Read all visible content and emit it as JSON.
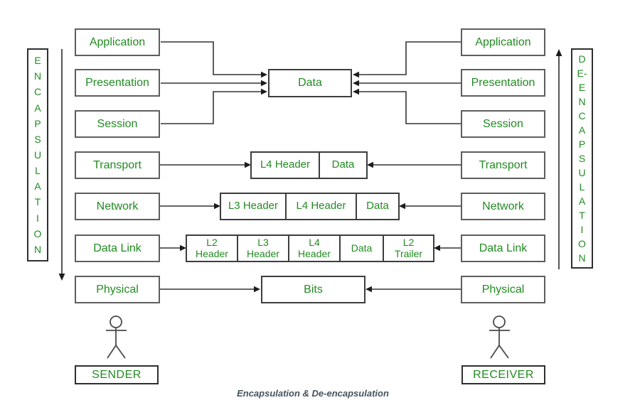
{
  "caption": "Encapsulation & De-encapsulation",
  "colors": {
    "green": "#228B22",
    "layer_border": "#5e5e5e",
    "pdu_border": "#3d3d3d",
    "line": "#333333",
    "big_arrow": "#555555",
    "figure": "#4a4a4a",
    "caption_text": "#44535e"
  },
  "encapsulation": {
    "text": "ENCAPSULATION",
    "letters": [
      "E",
      "N",
      "C",
      "A",
      "P",
      "S",
      "U",
      "L",
      "A",
      "T",
      "I",
      "O",
      "N"
    ]
  },
  "deencapsulation": {
    "text": "DE-ENCAPSULATION",
    "letters": [
      "D",
      "E-",
      "E",
      "N",
      "C",
      "A",
      "P",
      "S",
      "U",
      "L",
      "A",
      "T",
      "I",
      "O",
      "N"
    ]
  },
  "sender": {
    "label": "SENDER",
    "layers": [
      "Application",
      "Presentation",
      "Session",
      "Transport",
      "Network",
      "Data Link",
      "Physical"
    ]
  },
  "receiver": {
    "label": "RECEIVER",
    "layers": [
      "Application",
      "Presentation",
      "Session",
      "Transport",
      "Network",
      "Data Link",
      "Physical"
    ]
  },
  "pdus": {
    "upper_layers": "Data",
    "transport": [
      "L4 Header",
      "Data"
    ],
    "network": [
      "L3 Header",
      "L4 Header",
      "Data"
    ],
    "data_link": [
      "L2 Header",
      "L3 Header",
      "L4 Header",
      "Data",
      "L2 Trailer"
    ],
    "physical": "Bits"
  }
}
